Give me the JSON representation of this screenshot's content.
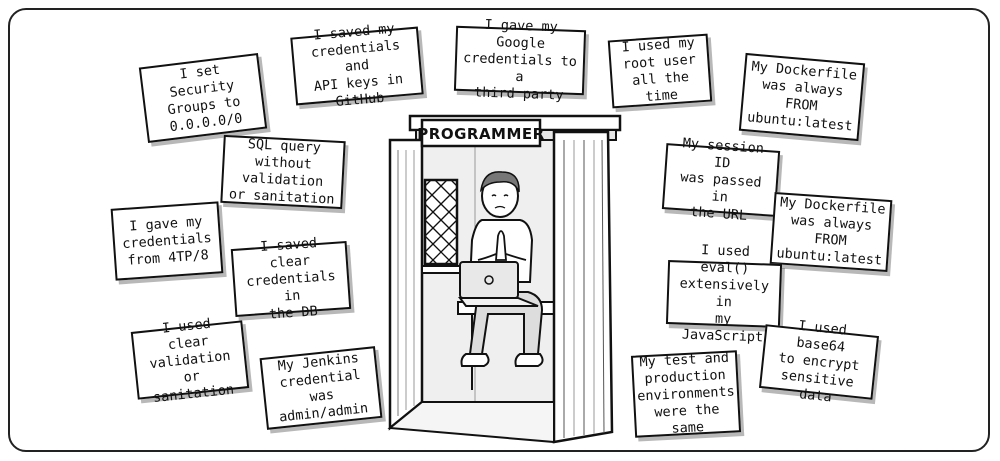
{
  "booth": {
    "sign": "PROGRAMMER"
  },
  "notes": [
    {
      "id": "security-groups",
      "text": "I set Security\nGroups to\n0.0.0.0/0"
    },
    {
      "id": "github-keys",
      "text": "I saved my\ncredentials and\nAPI keys in GitHub"
    },
    {
      "id": "google-credentials",
      "text": "I gave my Google\ncredentials to a\nthird party"
    },
    {
      "id": "root-user",
      "text": "I used my\nroot user\nall the time"
    },
    {
      "id": "dockerfile-1",
      "text": "My Dockerfile\nwas always FROM\nubuntu:latest"
    },
    {
      "id": "sql-query",
      "text": "SQL query\nwithout validation\nor sanitation"
    },
    {
      "id": "session-id",
      "text": "My session ID\nwas passed in\nthe URL"
    },
    {
      "id": "credentials-4tp8",
      "text": "I gave my\ncredentials\nfrom 4TP/8"
    },
    {
      "id": "dockerfile-2",
      "text": "My Dockerfile\nwas always FROM\nubuntu:latest"
    },
    {
      "id": "clear-credentials-db",
      "text": "I saved clear\ncredentials in\nthe DB"
    },
    {
      "id": "eval-js",
      "text": "I used eval()\nextensively in\nmy JavaScript"
    },
    {
      "id": "clear-validation",
      "text": "I used clear\nvalidation or\nsanitation"
    },
    {
      "id": "base64",
      "text": "I used base64\nto encrypt\nsensitive data"
    },
    {
      "id": "jenkins",
      "text": "My Jenkins\ncredential was\nadmin/admin"
    },
    {
      "id": "test-production",
      "text": "My test and\nproduction\nenvironments\nwere the same"
    }
  ]
}
